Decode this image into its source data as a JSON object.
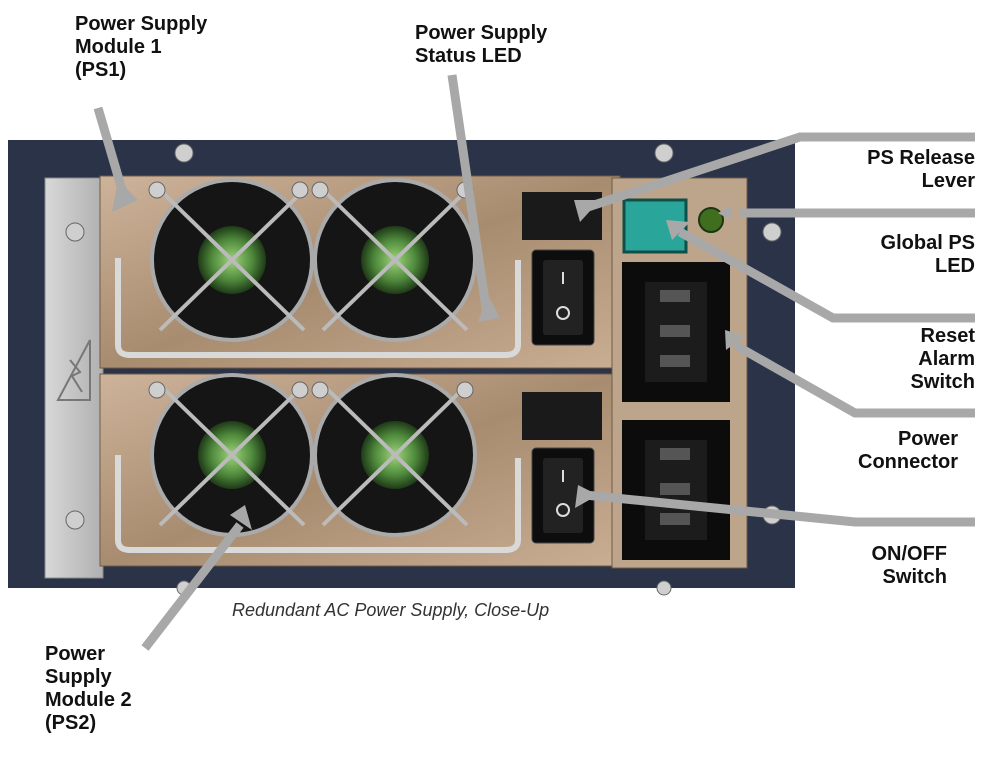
{
  "labels": {
    "ps1": "Power Supply\nModule 1\n(PS1)",
    "ps_status_led": "Power Supply\nStatus LED",
    "ps_release_lever": "PS Release\nLever",
    "global_ps_led": "Global PS\nLED",
    "reset_alarm_switch": "Reset\nAlarm\nSwitch",
    "power_connector": "Power\nConnector",
    "on_off_switch": "ON/OFF\nSwitch",
    "ps2": "Power\nSupply\nModule 2\n(PS2)"
  },
  "caption": "Redundant AC Power Supply, Close-Up",
  "colors": {
    "chassis": "#2a3347",
    "module_metal": "#b59a7e",
    "fan_green": "#4f8a3c",
    "reset_button": "#2aa59a",
    "global_led": "#3f6e1f",
    "leader_line": "#a8a8a8"
  }
}
